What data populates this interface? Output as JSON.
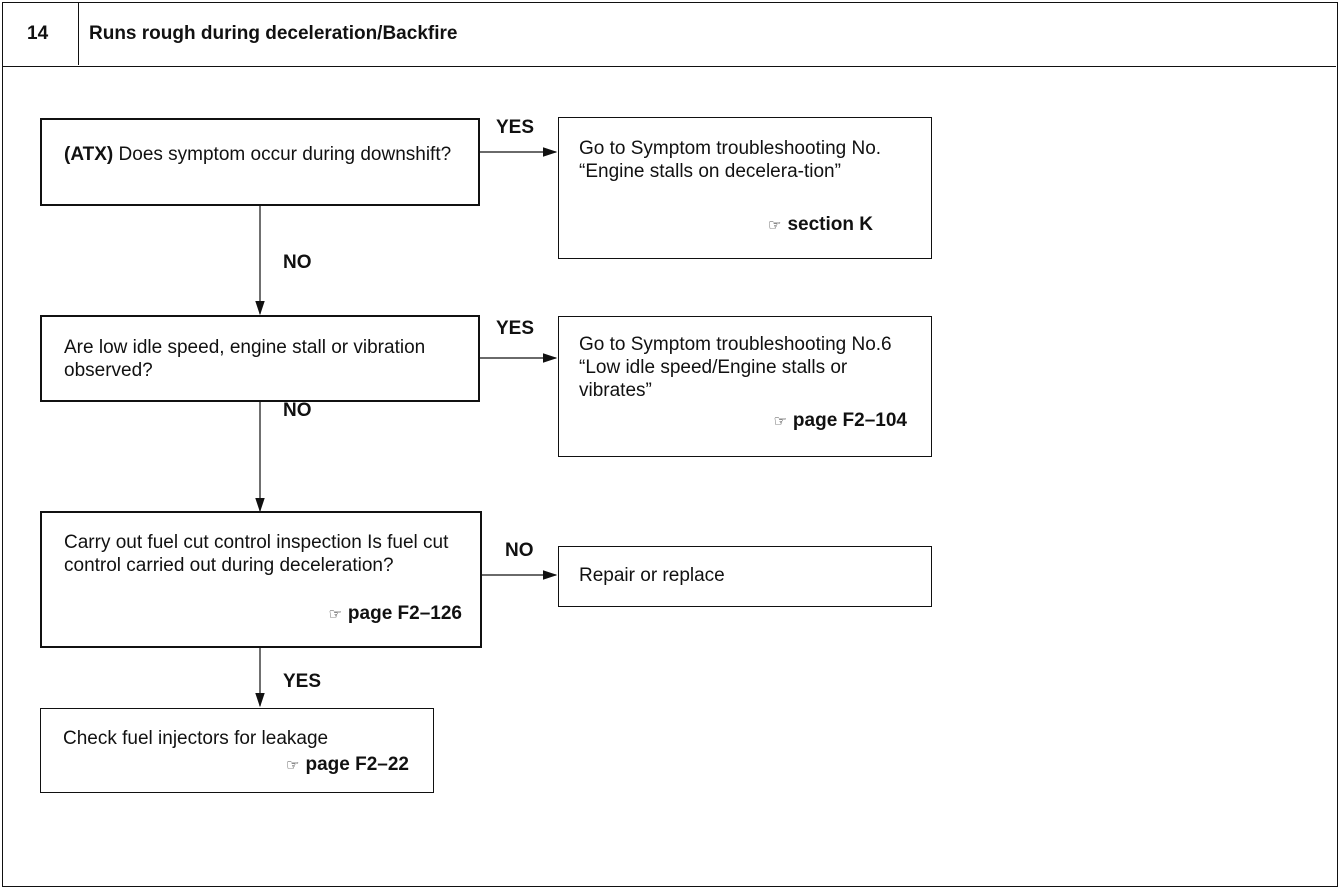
{
  "header": {
    "number": "14",
    "title": "Runs rough during deceleration/Backfire"
  },
  "steps": [
    {
      "question_prefix": "(ATX)",
      "question": " Does symptom occur during downshift?",
      "yes_label": "YES",
      "yes_action": "Go to Symptom troubleshooting No. “Engine stalls on decelera-tion”",
      "yes_ref": "section K",
      "no_label": "NO"
    },
    {
      "question": "Are low idle speed, engine stall or vibration observed?",
      "yes_label": "YES",
      "yes_action": "Go to Symptom troubleshooting No.6 “Low idle speed/Engine stalls or vibrates”",
      "yes_ref": "page F2–104",
      "no_label": "NO"
    },
    {
      "question": "Carry out fuel cut control inspection Is fuel cut control carried out during deceleration?",
      "question_ref": "page F2–126",
      "no_label": "NO",
      "no_action": "Repair or replace",
      "yes_label": "YES"
    },
    {
      "final_action": "Check fuel injectors for leakage",
      "final_ref": "page F2–22"
    }
  ],
  "ref_icon": "pointing-hand-icon"
}
